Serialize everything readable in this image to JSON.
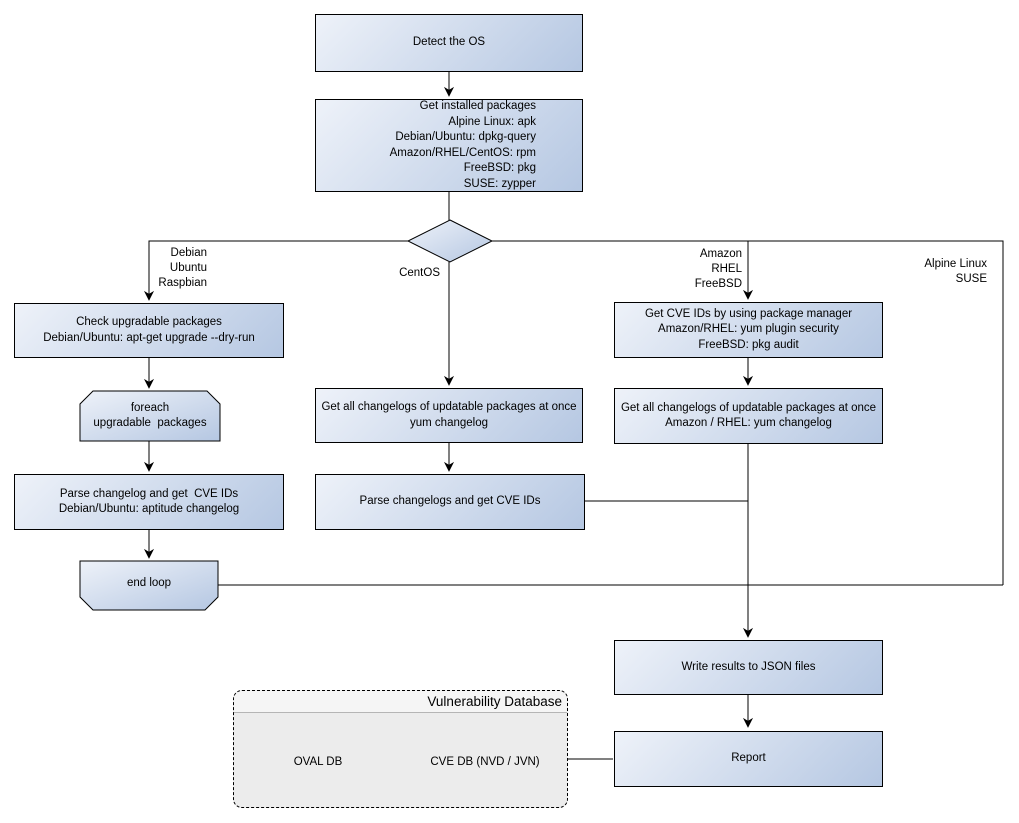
{
  "nodes": {
    "detect_os": {
      "label": "Detect the OS"
    },
    "get_installed": {
      "lines": [
        "Get installed packages",
        "Alpine Linux: apk",
        "Debian/Ubuntu: dpkg-query",
        "Amazon/RHEL/CentOS: rpm",
        "FreeBSD: pkg",
        "SUSE: zypper"
      ]
    },
    "check_upgradable": {
      "lines": [
        "Check upgradable packages",
        "Debian/Ubuntu: apt-get upgrade --dry-run"
      ]
    },
    "foreach_loop": {
      "lines": [
        "foreach",
        "upgradable  packages"
      ]
    },
    "parse_changelog_deb": {
      "lines": [
        "Parse changelog and get  CVE IDs",
        "Debian/Ubuntu: aptitude changelog"
      ]
    },
    "end_loop": {
      "label": "end loop"
    },
    "get_changelogs_yum": {
      "lines": [
        "Get all changelogs of updatable packages at once",
        "yum changelog"
      ]
    },
    "parse_changelogs": {
      "label": "Parse changelogs and get CVE IDs"
    },
    "get_cve_ids_pkg_mgr": {
      "lines": [
        "Get CVE IDs by using package manager",
        "Amazon/RHEL: yum plugin security",
        "FreeBSD: pkg audit"
      ]
    },
    "get_changelogs_amazon": {
      "lines": [
        "Get all changelogs of updatable packages at once",
        "Amazon / RHEL: yum changelog"
      ]
    },
    "write_results": {
      "label": "Write results to JSON files"
    },
    "report": {
      "label": "Report"
    },
    "vulndb": {
      "title": "Vulnerability Database"
    },
    "oval_db": {
      "label": "OVAL DB"
    },
    "cve_db": {
      "label": "CVE DB (NVD / JVN)"
    }
  },
  "edge_labels": {
    "debian_branch": [
      "Debian",
      "Ubuntu",
      "Raspbian"
    ],
    "centos_branch": [
      "CentOS"
    ],
    "amazon_branch": [
      "Amazon",
      "RHEL",
      "FreeBSD"
    ],
    "alpine_branch": [
      "Alpine Linux",
      "SUSE"
    ]
  },
  "colors": {
    "node_gradient_start": "#eef2f9",
    "node_gradient_end": "#b5c7e2",
    "node_border": "#000000",
    "connector": "#000000",
    "container_body": "#ececec",
    "container_header": "#f5f5f5",
    "background": "#ffffff"
  }
}
